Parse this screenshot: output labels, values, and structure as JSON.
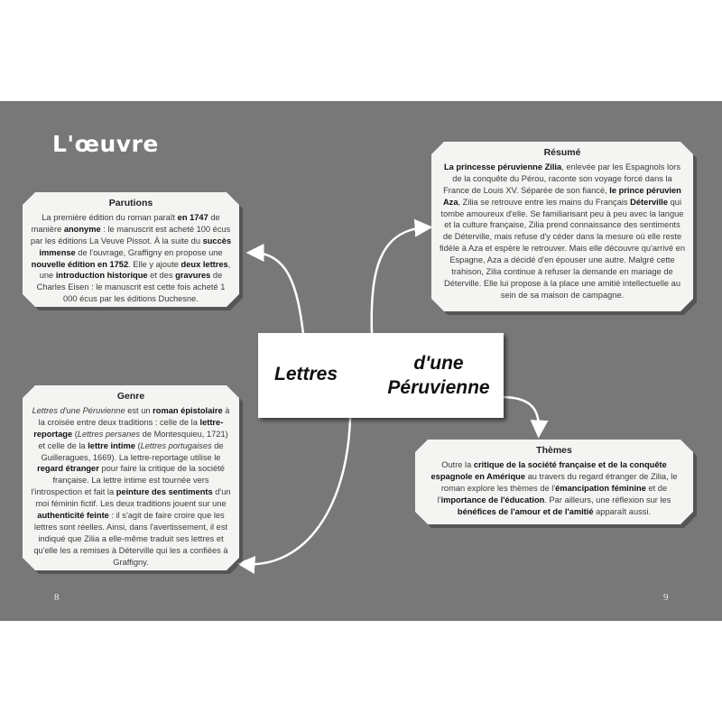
{
  "title": "L'œuvre",
  "center": {
    "left": "Lettres",
    "right_line1": "d'une",
    "right_line2": "Péruvienne"
  },
  "page_numbers": {
    "left": "8",
    "right": "9"
  },
  "boxes": {
    "parutions": {
      "heading": "Parutions",
      "segments": [
        {
          "t": "La première édition du roman paraît "
        },
        {
          "t": "en 1747",
          "b": true
        },
        {
          "t": " de manière "
        },
        {
          "t": "anonyme",
          "b": true
        },
        {
          "t": " : le manuscrit est acheté 100 écus par les éditions La Veuve Pissot. À la suite du "
        },
        {
          "t": "succès immense",
          "b": true
        },
        {
          "t": " de l'ouvrage, Graffigny en propose une "
        },
        {
          "t": "nouvelle édition en 1752",
          "b": true
        },
        {
          "t": ". Elle y ajoute "
        },
        {
          "t": "deux lettres",
          "b": true
        },
        {
          "t": ", une "
        },
        {
          "t": "introduction historique",
          "b": true
        },
        {
          "t": " et des "
        },
        {
          "t": "gravures",
          "b": true
        },
        {
          "t": " de Charles Eisen : le manuscrit est cette fois acheté 1 000 écus par les éditions Duchesne."
        }
      ]
    },
    "resume": {
      "heading": "Résumé",
      "segments": [
        {
          "t": "La princesse péruvienne Zilia",
          "b": true
        },
        {
          "t": ", enlevée par les Espagnols lors de la conquête du Pérou, raconte son voyage forcé dans la France de Louis XV. Séparée de son fiancé, "
        },
        {
          "t": "le prince péruvien Aza",
          "b": true
        },
        {
          "t": ", Zilia se retrouve entre les mains du Français "
        },
        {
          "t": "Déterville",
          "b": true
        },
        {
          "t": " qui tombe amoureux d'elle. Se familiarisant peu à peu avec la langue et la culture française, Zilia prend connaissance des sentiments de Déterville, mais refuse d'y céder dans la mesure où elle reste fidèle à Aza et espère le retrouver. Mais elle découvre qu'arrivé en Espagne, Aza a décidé d'en épouser une autre. Malgré cette trahison, Zilia continue à refuser la demande en mariage de Déterville. Elle lui propose à la place une amitié intellectuelle au sein de sa maison de campagne."
        }
      ]
    },
    "genre": {
      "heading": "Genre",
      "segments": [
        {
          "t": "Lettres d'une Péruvienne",
          "i": true
        },
        {
          "t": " est un "
        },
        {
          "t": "roman épistolaire",
          "b": true
        },
        {
          "t": " à la croisée entre deux traditions : celle de la "
        },
        {
          "t": "lettre-reportage",
          "b": true
        },
        {
          "t": " ("
        },
        {
          "t": "Lettres persanes",
          "i": true
        },
        {
          "t": " de Montesquieu, 1721) et celle de la "
        },
        {
          "t": "lettre intime",
          "b": true
        },
        {
          "t": " ("
        },
        {
          "t": "Lettres portugaises",
          "i": true
        },
        {
          "t": " de Guilleragues, 1669). La lettre-reportage utilise le "
        },
        {
          "t": "regard étranger",
          "b": true
        },
        {
          "t": " pour faire la critique de la société française. La lettre intime est tournée vers l'introspection et fait la "
        },
        {
          "t": "peinture des sentiments",
          "b": true
        },
        {
          "t": " d'un moi féminin fictif. Les deux traditions jouent sur une "
        },
        {
          "t": "authenticité feinte",
          "b": true
        },
        {
          "t": " : il s'agit de faire croire que les lettres sont réelles. Ainsi, dans l'avertissement, il est indiqué que Zilia a elle-même traduit ses lettres et qu'elle les a remises à Déterville qui les a confiées à Graffigny."
        }
      ]
    },
    "themes": {
      "heading": "Thèmes",
      "segments": [
        {
          "t": "Outre la "
        },
        {
          "t": "critique de la société française et de la conquête espagnole en Amérique",
          "b": true
        },
        {
          "t": " au travers du regard étranger de Zilia, le roman explore les thèmes de l'"
        },
        {
          "t": "émancipation féminine",
          "b": true
        },
        {
          "t": " et de l'"
        },
        {
          "t": "importance de l'éducation",
          "b": true
        },
        {
          "t": ". Par ailleurs, une réflexion sur les "
        },
        {
          "t": "bénéfices de l'amour et de l'amitié",
          "b": true
        },
        {
          "t": " apparaît aussi."
        }
      ]
    }
  }
}
